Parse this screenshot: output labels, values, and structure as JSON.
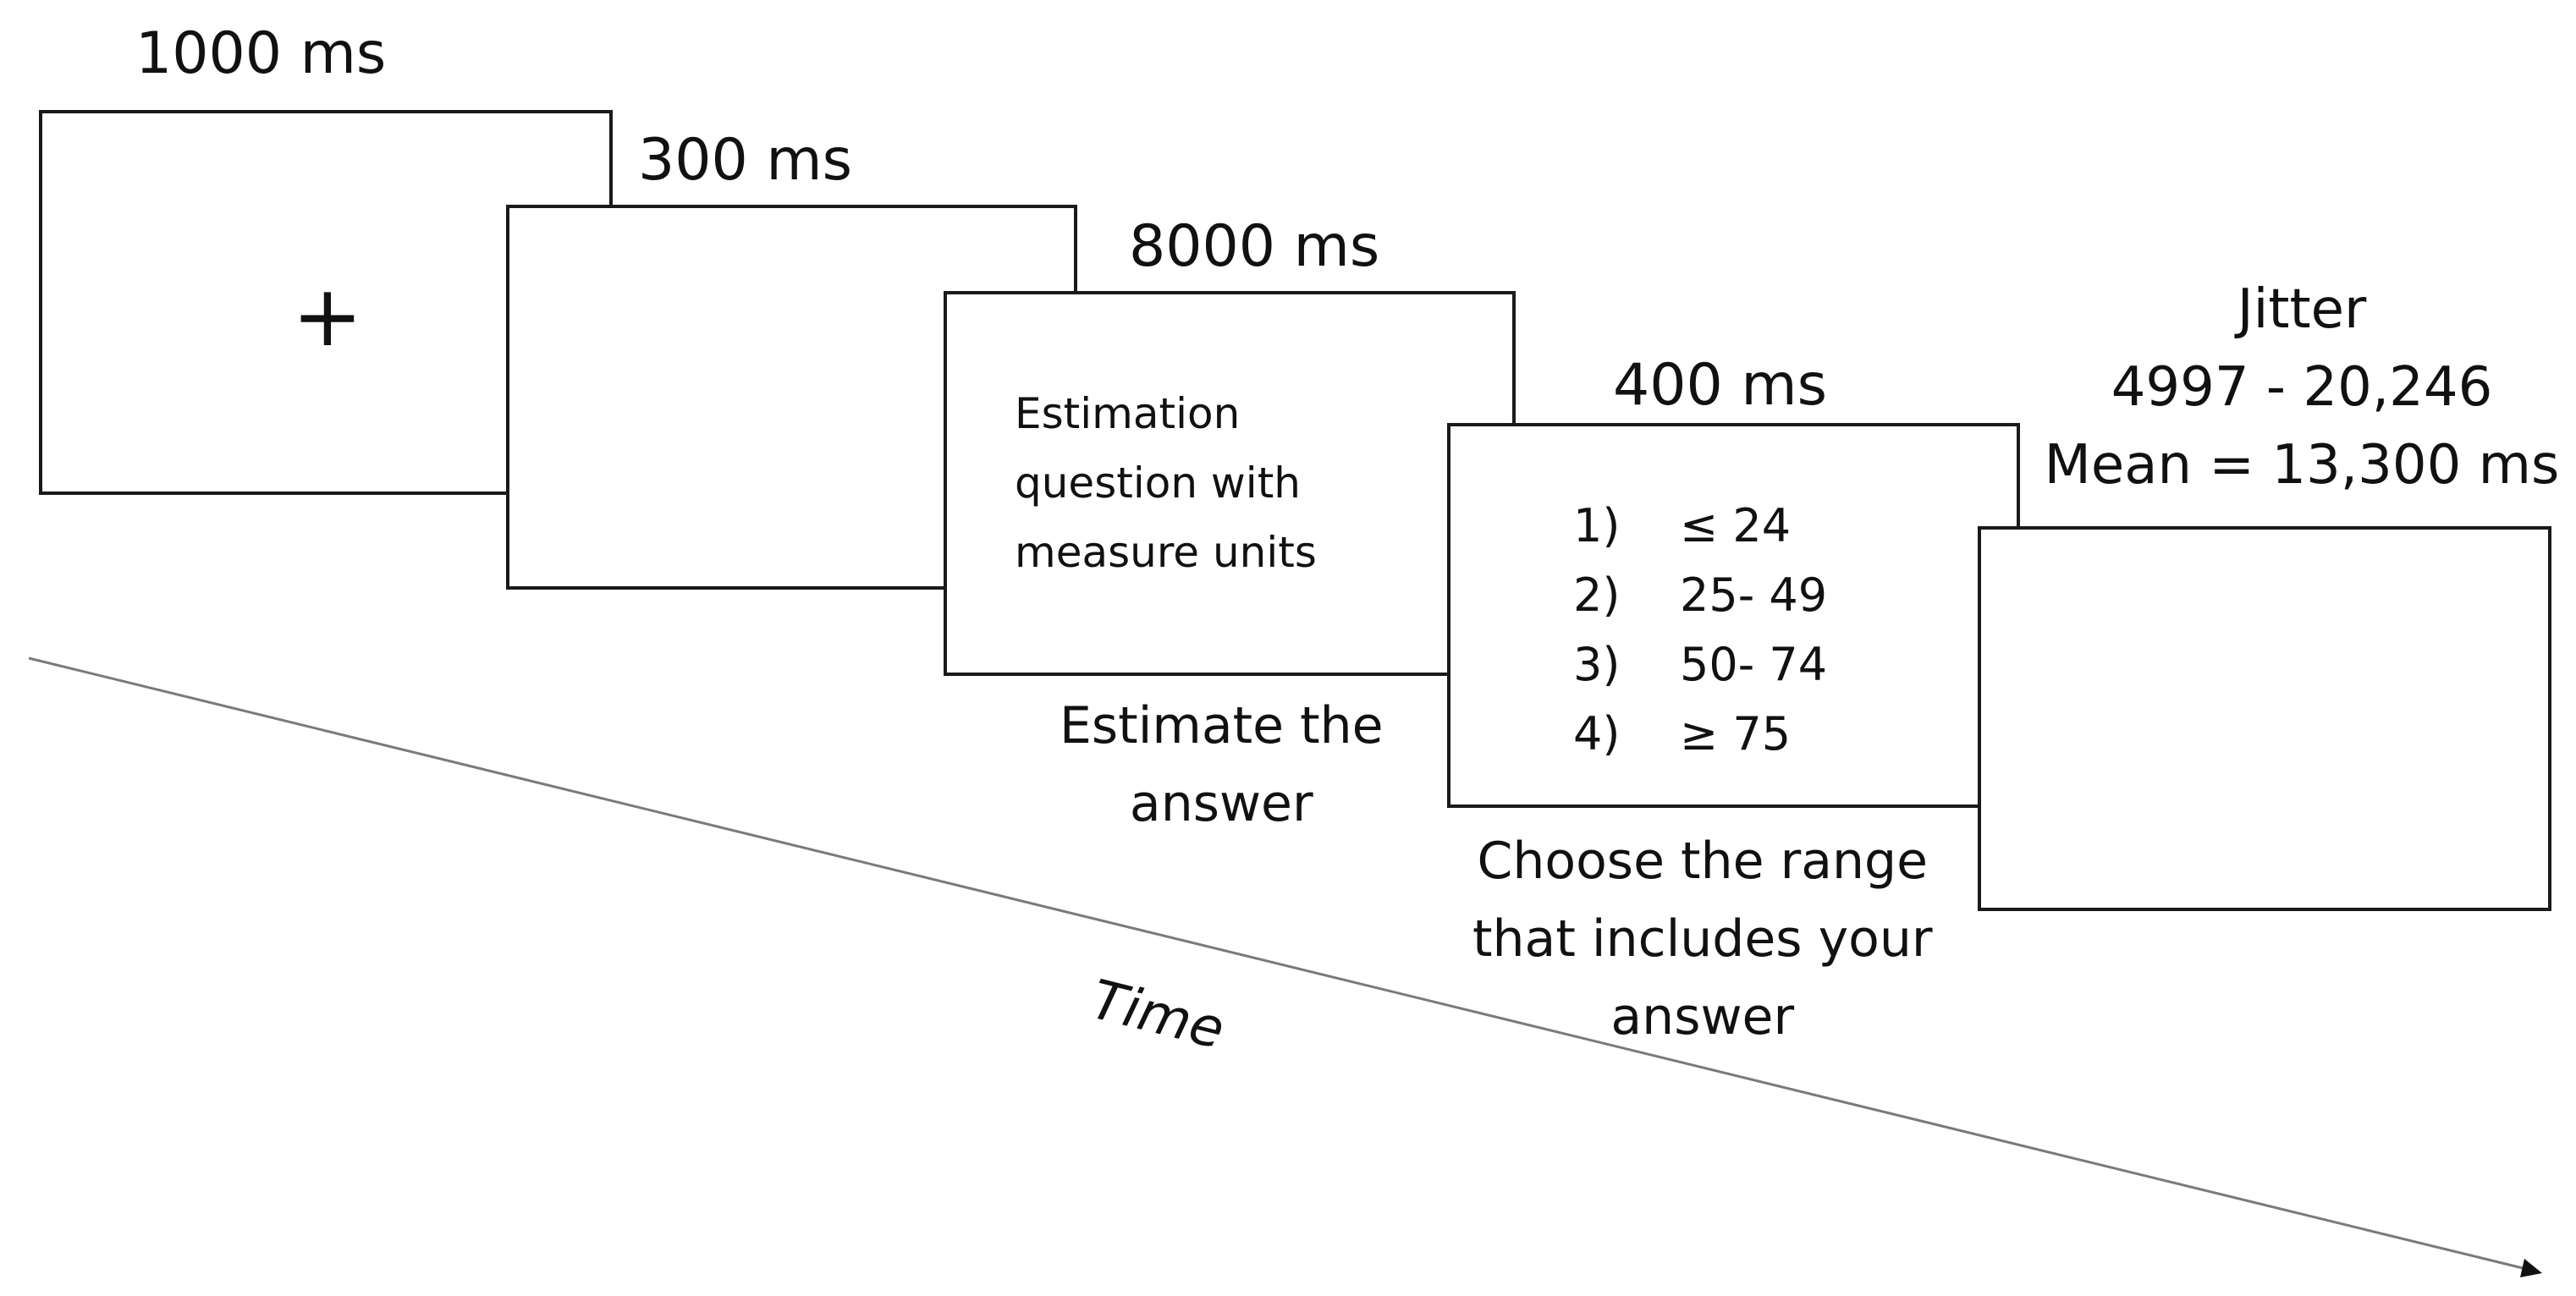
{
  "trials": {
    "fixation": {
      "duration": "1000 ms",
      "content": "+"
    },
    "blank": {
      "duration": "300 ms"
    },
    "question": {
      "duration": "8000 ms",
      "text_lines": [
        "Estimation",
        "question with",
        "measure units"
      ],
      "caption_lines": [
        "Estimate the",
        "answer"
      ]
    },
    "response": {
      "duration": "400 ms",
      "options": [
        {
          "num": "1)",
          "range": "≤ 24"
        },
        {
          "num": "2)",
          "range": "25- 49"
        },
        {
          "num": "3)",
          "range": "50- 74"
        },
        {
          "num": "4)",
          "range": "≥ 75"
        }
      ],
      "caption_lines": [
        "Choose the range",
        "that includes your",
        "answer"
      ]
    },
    "jitter": {
      "label_lines": [
        "Jitter",
        "4997 - 20,246",
        "Mean = 13,300 ms"
      ]
    }
  },
  "timeline": {
    "label": "Time"
  },
  "colors": {
    "stroke": "#1a1a1a",
    "arrow": "#7a7a7a",
    "text": "#111111"
  }
}
